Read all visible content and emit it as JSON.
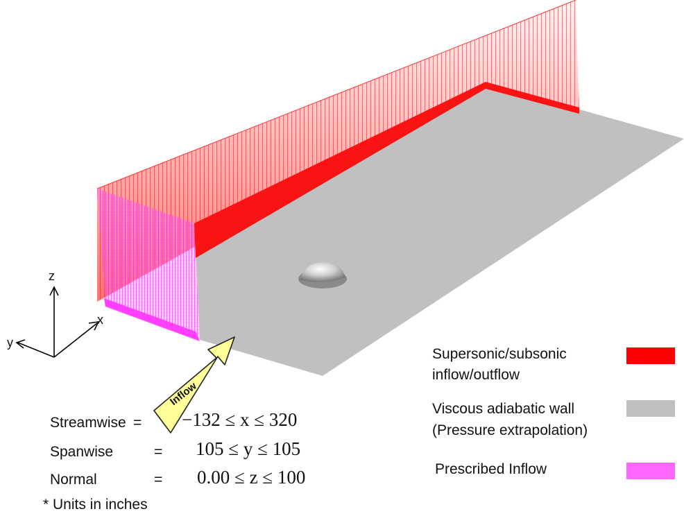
{
  "axes": {
    "x": "x",
    "y": "y",
    "z": "z"
  },
  "arrow_label": "Inflow",
  "domain_ranges": [
    {
      "name": "Streamwise",
      "eq": "=",
      "range": "−132 ≤ x ≤ 320"
    },
    {
      "name": "Spanwise",
      "eq": "=",
      "range": "105 ≤ y ≤ 105"
    },
    {
      "name": "Normal",
      "eq": "=",
      "range": "0.00 ≤ z ≤ 100"
    }
  ],
  "units_note": "* Units in inches",
  "legend": [
    {
      "line1": "Supersonic/subsonic",
      "line2": "inflow/outflow",
      "color": "#ff0000"
    },
    {
      "line1": "Viscous adiabatic wall",
      "line2": "(Pressure extrapolation)",
      "color": "#c0c0c0"
    },
    {
      "line1": "Prescribed Inflow",
      "line2": "",
      "color": "#ff66ff"
    }
  ],
  "colors": {
    "wall": "#c0c0c0",
    "outflow_grid": "#ff0000",
    "inflow_grid": "#ff33ff",
    "arrow_fill": "#ffff99"
  }
}
